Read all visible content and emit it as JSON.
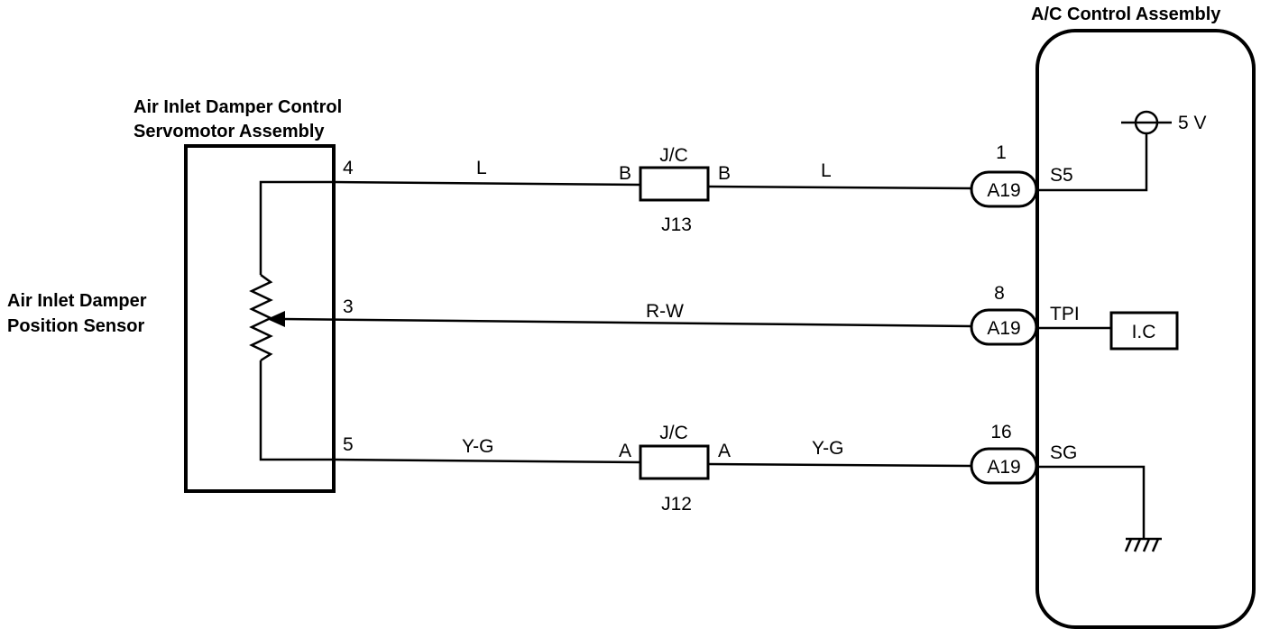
{
  "servo_title_line1": "Air Inlet Damper Control",
  "servo_title_line2": "Servomotor Assembly",
  "sensor_label_line1": "Air Inlet Damper",
  "sensor_label_line2": "Position Sensor",
  "ac_title": "A/C Control Assembly",
  "servo_pins": {
    "top": "4",
    "middle": "3",
    "bottom": "5"
  },
  "wire_colors": {
    "top_left": "L",
    "top_right": "L",
    "middle": "R-W",
    "bottom_left": "Y-G",
    "bottom_right": "Y-G"
  },
  "junction_top": {
    "title": "J/C",
    "name": "J13",
    "pin_left": "B",
    "pin_right": "B"
  },
  "junction_bottom": {
    "title": "J/C",
    "name": "J12",
    "pin_left": "A",
    "pin_right": "A"
  },
  "connectors": [
    {
      "id": "A19",
      "pin": "1",
      "terminal": "S5"
    },
    {
      "id": "A19",
      "pin": "8",
      "terminal": "TPI"
    },
    {
      "id": "A19",
      "pin": "16",
      "terminal": "SG"
    }
  ],
  "supply_label": "5 V",
  "ic_label": "I.C"
}
